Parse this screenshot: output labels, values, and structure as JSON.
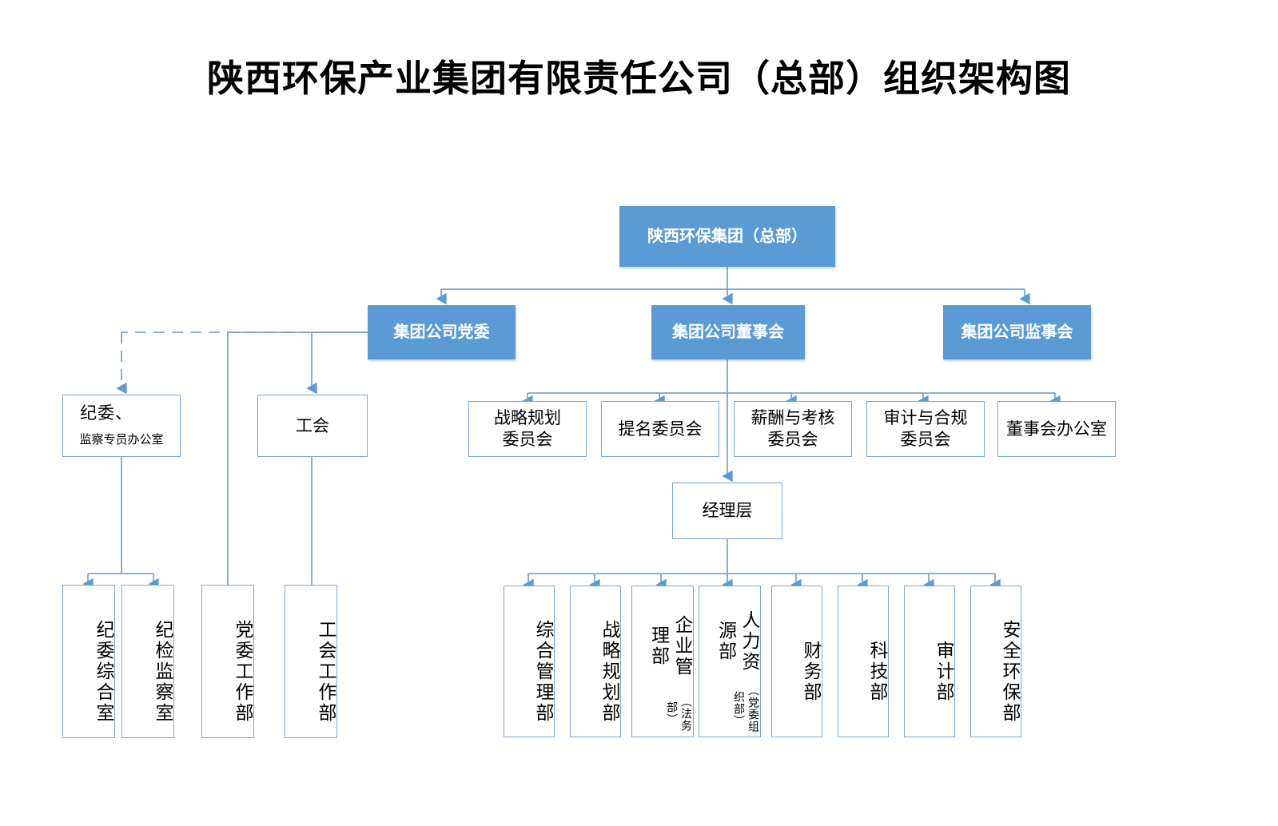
{
  "page": {
    "title": "陕西环保产业集团有限责任公司（总部）组织架构图",
    "accent_blue": "#5B9BD5",
    "line_color": "#7BA7CC",
    "background": "#ffffff"
  },
  "chart_data": {
    "type": "diagram",
    "title": "陕西环保产业集团有限责任公司（总部）组织架构图",
    "root": "陕西环保集团（总部）"
  },
  "nodes": {
    "root": {
      "label": "陕西环保集团（总部）"
    },
    "level2": [
      {
        "label": "集团公司党委"
      },
      {
        "label": "集团公司董事会"
      },
      {
        "label": "集团公司监事会"
      }
    ],
    "party_branch": {
      "discipline": {
        "line1": "纪委、",
        "line2": "监察专员办公室"
      },
      "union": {
        "label": "工会"
      }
    },
    "party_departments": [
      {
        "label": "纪委综合室"
      },
      {
        "label": "纪检监察室"
      },
      {
        "label": "党委工作部"
      },
      {
        "label": "工会工作部"
      }
    ],
    "board_committees": [
      {
        "line1": "战略规划",
        "line2": "委员会"
      },
      {
        "line1": "提名委员会",
        "line2": ""
      },
      {
        "line1": "薪酬与考核",
        "line2": "委员会"
      },
      {
        "line1": "审计与合规",
        "line2": "委员会"
      },
      {
        "line1": "董事会办公室",
        "line2": ""
      }
    ],
    "management": {
      "label": "经理层"
    },
    "departments": [
      {
        "label": "综合管理部",
        "sub": ""
      },
      {
        "label": "战略规划部",
        "sub": ""
      },
      {
        "label": "企业管理部",
        "sub": "（法务部）"
      },
      {
        "label": "人力资源部",
        "sub": "（党委组织部）"
      },
      {
        "label": "财务部",
        "sub": ""
      },
      {
        "label": "科技部",
        "sub": ""
      },
      {
        "label": "审计部",
        "sub": ""
      },
      {
        "label": "安全环保部",
        "sub": ""
      }
    ]
  }
}
